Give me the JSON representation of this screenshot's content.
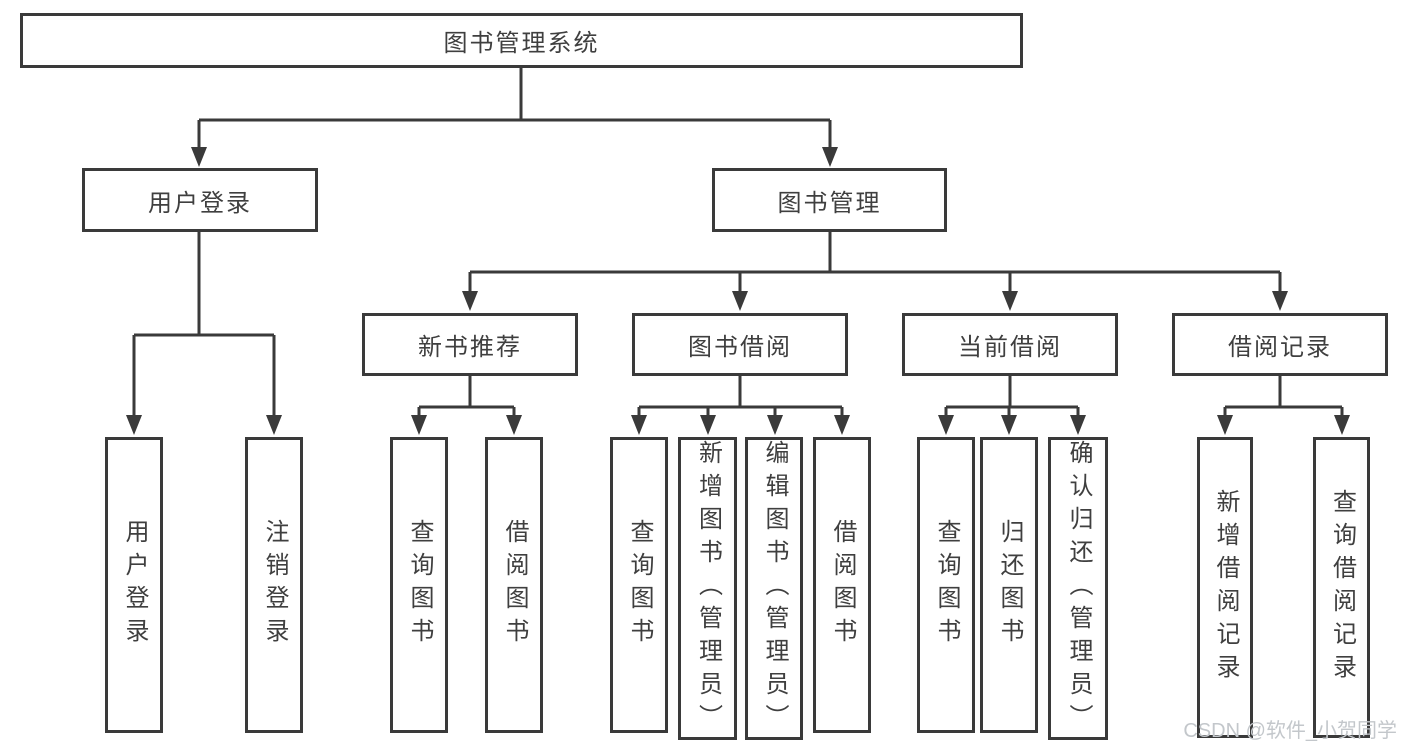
{
  "diagram_title": "图书管理系统",
  "nodes": {
    "root": "图书管理系统",
    "user_login": "用户登录",
    "book_mgmt": "图书管理",
    "cat_new_book": "新书推荐",
    "cat_borrow": "图书借阅",
    "cat_current": "当前借阅",
    "cat_records": "借阅记录",
    "leaf_user_login": "用户登录",
    "leaf_logout": "注销登录",
    "leaf_nb_query": "查询图书",
    "leaf_nb_borrow": "借阅图书",
    "leaf_bw_query": "查询图书",
    "leaf_bw_add": "新增图书（管理员）",
    "leaf_bw_edit": "编辑图书（管理员）",
    "leaf_bw_borrow": "借阅图书",
    "leaf_cu_query": "查询图书",
    "leaf_cu_return": "归还图书",
    "leaf_cu_confirm": "确认归还（管理员）",
    "leaf_rc_add": "新增借阅记录",
    "leaf_rc_query": "查询借阅记录"
  },
  "hierarchy": {
    "root": "图书管理系统",
    "children": [
      {
        "label": "用户登录",
        "children": [
          "用户登录",
          "注销登录"
        ]
      },
      {
        "label": "图书管理",
        "children": [
          {
            "label": "新书推荐",
            "children": [
              "查询图书",
              "借阅图书"
            ]
          },
          {
            "label": "图书借阅",
            "children": [
              "查询图书",
              "新增图书（管理员）",
              "编辑图书（管理员）",
              "借阅图书"
            ]
          },
          {
            "label": "当前借阅",
            "children": [
              "查询图书",
              "归还图书",
              "确认归还（管理员）"
            ]
          },
          {
            "label": "借阅记录",
            "children": [
              "新增借阅记录",
              "查询借阅记录"
            ]
          }
        ]
      }
    ]
  },
  "watermark": {
    "text": "CSDN @软件_小贺同学",
    "color": "#c3c7cb"
  },
  "colors": {
    "line": "#3a3a3a",
    "text": "#3f3f3f",
    "background": "#ffffff"
  }
}
